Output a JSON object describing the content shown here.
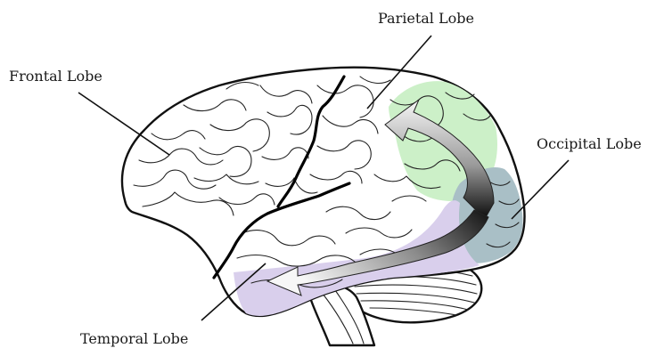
{
  "labels": {
    "frontal": "Frontal Lobe",
    "parietal": "Parietal Lobe",
    "occipital": "Occipital Lobe",
    "temporal": "Temporal Lobe"
  },
  "colors": {
    "parietal_region": "#ccf0c8",
    "occipital_region": "#a9bfc6",
    "temporal_region": "#d9cfec",
    "arrow_dark": "#111111",
    "arrow_light": "#f4f4f4",
    "outline": "#111111"
  }
}
